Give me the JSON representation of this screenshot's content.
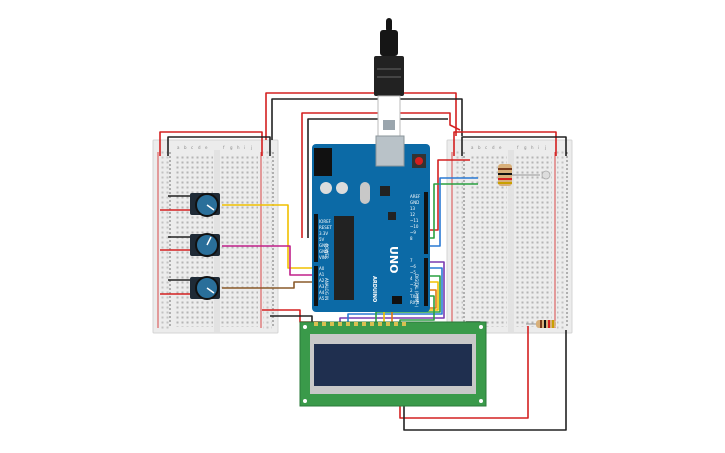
{
  "colors": {
    "board_blue": "#0c6aa6",
    "breadboard": "#eeeeee",
    "lcd_green": "#3a9a4a",
    "lcd_screen": "#1f2f4f",
    "pot_blue": "#2a6f9a",
    "wire_red": "#d42020",
    "wire_black": "#222222",
    "wire_yellow": "#f0c000",
    "wire_magenta": "#c0208a",
    "wire_brown": "#8a5a2a",
    "wire_blue": "#2a7ad4",
    "wire_green": "#2aa040",
    "wire_purple": "#7a3ab0",
    "wire_orange": "#e07a10"
  },
  "arduino": {
    "model_label": "UNO",
    "brand_label": "ARDUINO",
    "power_label": "POWER",
    "analog_label": "ANALOG IN",
    "digital_label": "DIGITAL (PWM~)",
    "pin_labels_left": [
      "IOREF",
      "RESET",
      "3.3V",
      "5V",
      "GND",
      "GND",
      "VIN"
    ],
    "analog_pins": [
      "A0",
      "A1",
      "A2",
      "A3",
      "A4",
      "A5"
    ],
    "pin_labels_right": [
      "AREF",
      "GND",
      "13",
      "12",
      "~11",
      "~10",
      "~9",
      "8",
      "7",
      "~6",
      "~5",
      "4",
      "~3",
      "2",
      "TX 1",
      "RX 0"
    ]
  },
  "breadboard_left": {
    "col_letters_top": [
      "a",
      "b",
      "c",
      "d",
      "e",
      "f",
      "g",
      "h",
      "i",
      "j"
    ]
  },
  "breadboard_right": {
    "col_letters_top": [
      "a",
      "b",
      "c",
      "d",
      "e",
      "f",
      "g",
      "h",
      "i",
      "j"
    ]
  },
  "icons": {
    "usb": "usb-cable-icon",
    "potentiometer": "potentiometer-icon",
    "resistor": "resistor-icon",
    "lcd": "lcd-display-icon"
  }
}
